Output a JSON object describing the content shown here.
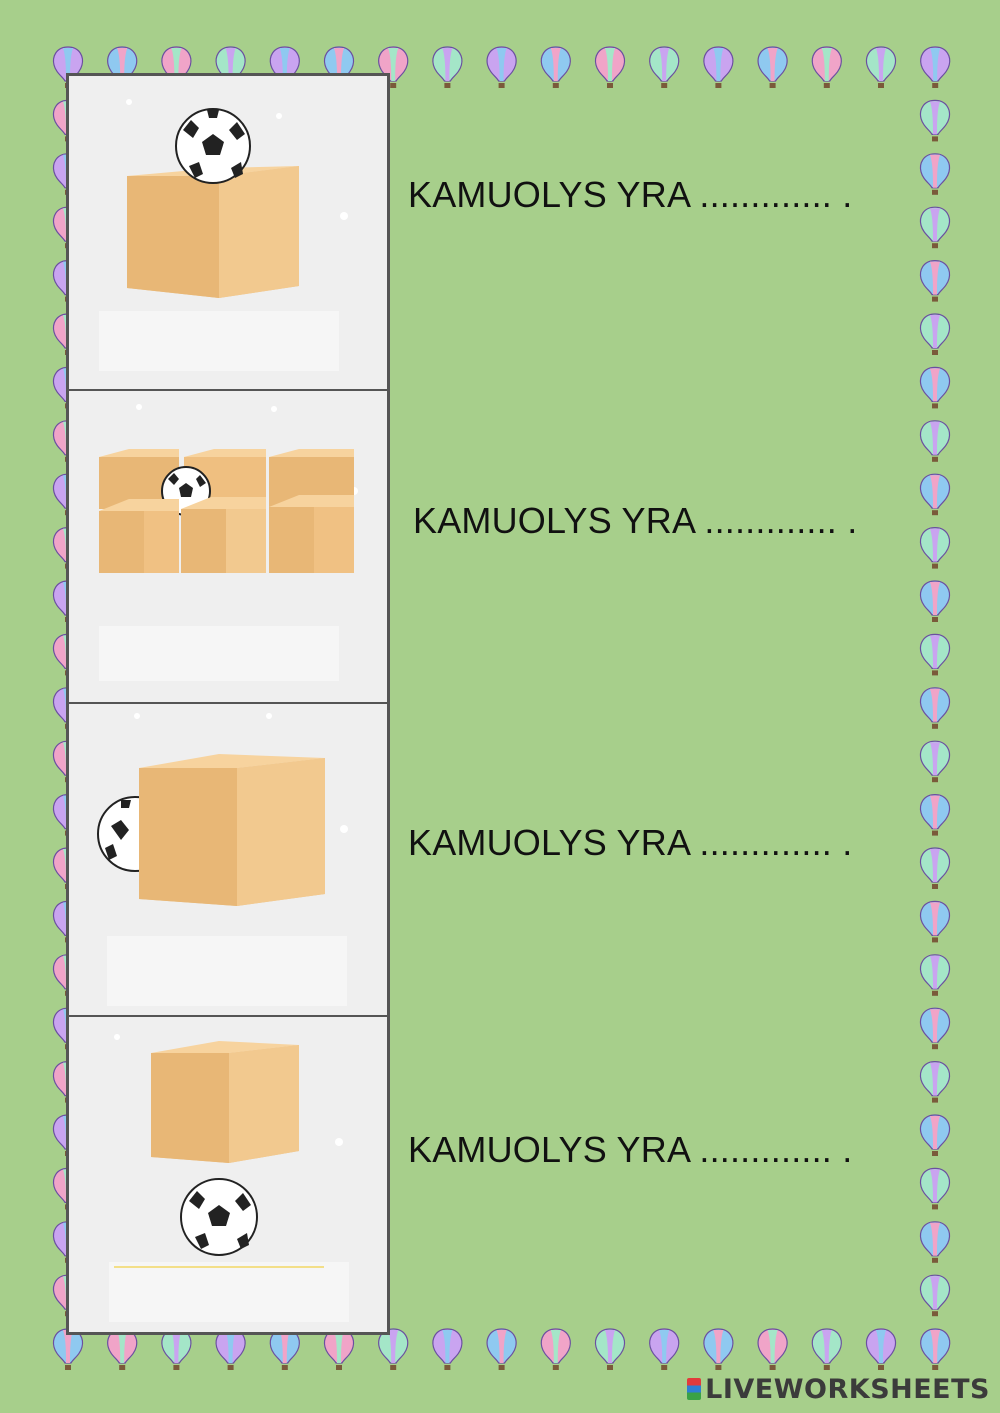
{
  "worksheet": {
    "sentences": [
      "KAMUOLYS YRA ............. .",
      "KAMUOLYS YRA ............. .",
      "KAMUOLYS YRA ............. .",
      "KAMUOLYS YRA ............. ."
    ]
  },
  "pictures": [
    {
      "scene": "ball-on-box"
    },
    {
      "scene": "ball-among-boxes"
    },
    {
      "scene": "ball-beside-box"
    },
    {
      "scene": "ball-under-box"
    }
  ],
  "footer": {
    "brand": "LIVEWORKSHEETS"
  },
  "colors": {
    "background": "#a7cf8b",
    "box": "#f2c485",
    "balloon_border": [
      "#c9a4f0",
      "#8fc9f0",
      "#f0a4c8",
      "#a4e6c8"
    ]
  }
}
